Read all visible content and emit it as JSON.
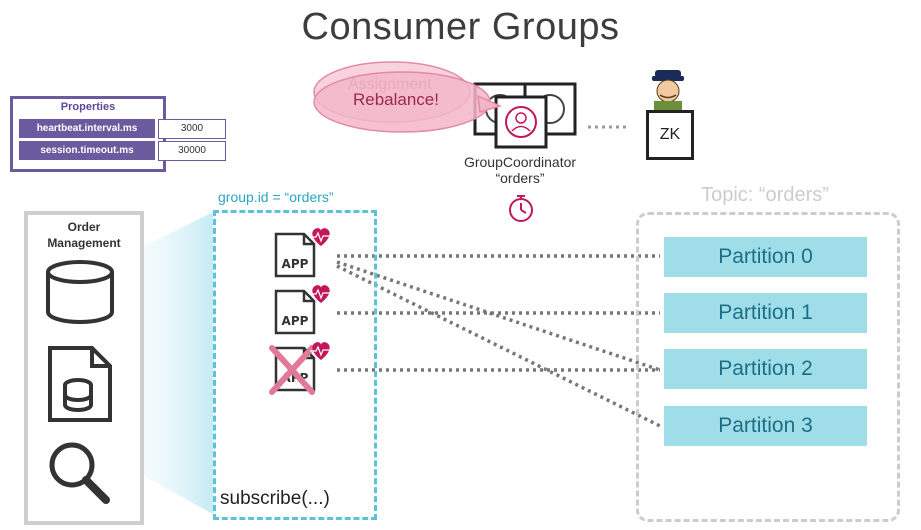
{
  "title": "Consumer Groups",
  "properties": {
    "heading": "Properties",
    "rows": [
      {
        "key": "heartbeat.interval.ms",
        "value": "3000"
      },
      {
        "key": "session.timeout.ms",
        "value": "30000"
      }
    ]
  },
  "order_management": {
    "line1": "Order",
    "line2": "Management"
  },
  "group_label": "group.id = “orders”",
  "consumer_label": "APP",
  "subscribe": "subscribe(...)",
  "topic_label": "Topic: “orders”",
  "partitions": [
    "Partition 0",
    "Partition 1",
    "Partition 2",
    "Partition 3"
  ],
  "coordinator": {
    "line1": "GroupCoordinator",
    "line2": "“orders”"
  },
  "zk": "ZK",
  "bubble_back_text": "Assignment",
  "rebalance": "Rebalance!",
  "colors": {
    "accent": "#5bc2d8",
    "partition_fill": "#9fdde9",
    "heart": "#c2185b",
    "props": "#6b5b9e"
  }
}
